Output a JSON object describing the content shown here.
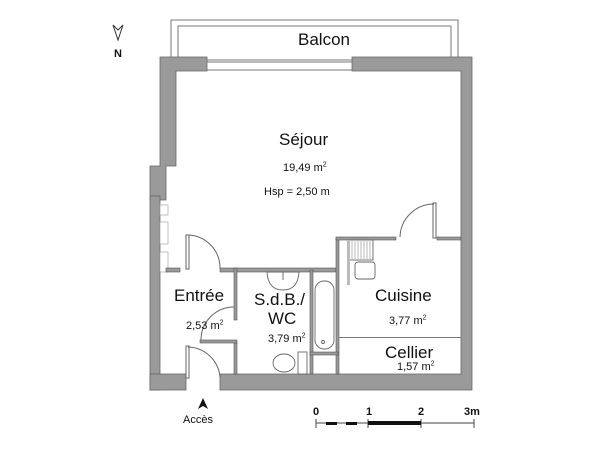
{
  "compass": {
    "label": "N",
    "icon": "north-arrow-icon"
  },
  "colors": {
    "wall": "#9a9a9a",
    "wall_stroke": "#666666",
    "line": "#666666",
    "background": "#ffffff"
  },
  "rooms": {
    "balcon": {
      "name": "Balcon"
    },
    "sejour": {
      "name": "Séjour",
      "area_value": "19,49 m",
      "area_unit_sup": "2",
      "height": "Hsp = 2,50 m"
    },
    "entree": {
      "name": "Entrée",
      "area_value": "2,53 m",
      "area_unit_sup": "2"
    },
    "sdb": {
      "name_line1": "S.d.B./",
      "name_line2": "WC",
      "area_value": "3,79 m",
      "area_unit_sup": "2"
    },
    "cuisine": {
      "name": "Cuisine",
      "area_value": "3,77 m",
      "area_unit_sup": "2"
    },
    "cellier": {
      "name": "Cellier",
      "area_value": "1,57 m",
      "area_unit_sup": "2"
    }
  },
  "entrance": {
    "label": "Accès",
    "icon": "entrance-arrow-icon"
  },
  "scale": {
    "ticks": [
      "0",
      "1",
      "2",
      "3m"
    ]
  }
}
